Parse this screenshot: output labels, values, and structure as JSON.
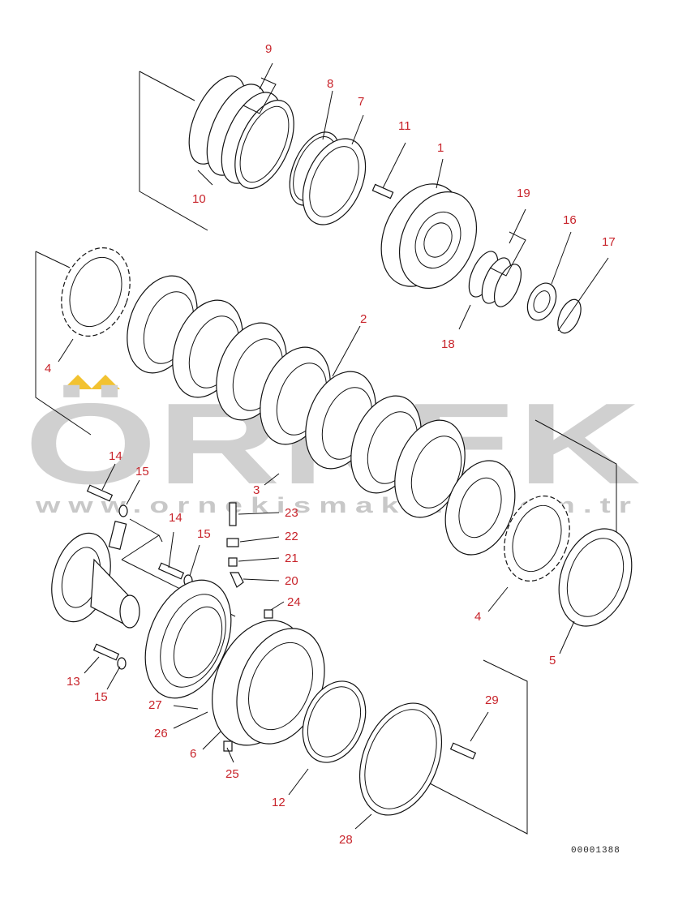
{
  "watermark": {
    "brand": "ÖRNEK",
    "url": "www.ornekismakina.com.tr",
    "accent_color": "#f2c230"
  },
  "diagram": {
    "drawing_code": "00001388",
    "label_color": "#c8242b",
    "callouts": {
      "p1": "1",
      "p2": "2",
      "p3": "3",
      "p4a": "4",
      "p4b": "4",
      "p5": "5",
      "p6": "6",
      "p7": "7",
      "p8": "8",
      "p9": "9",
      "p10": "10",
      "p11": "11",
      "p12": "12",
      "p13": "13",
      "p14a": "14",
      "p14b": "14",
      "p15a": "15",
      "p15b": "15",
      "p15c": "15",
      "p16": "16",
      "p17": "17",
      "p18": "18",
      "p19": "19",
      "p20": "20",
      "p21": "21",
      "p22": "22",
      "p23": "23",
      "p24": "24",
      "p25": "25",
      "p26": "26",
      "p27": "27",
      "p28": "28",
      "p29": "29"
    }
  }
}
